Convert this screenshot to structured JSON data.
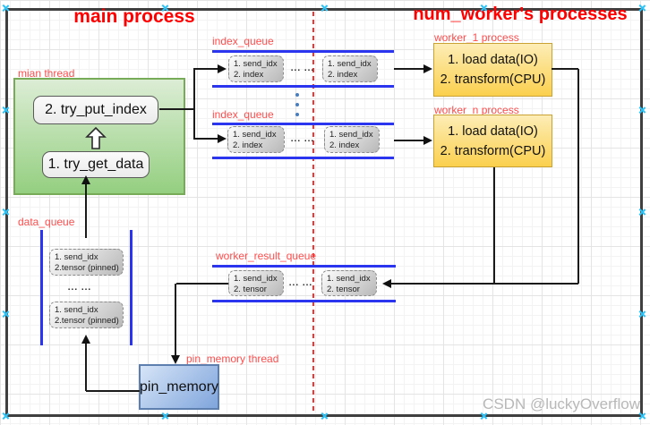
{
  "diagram": {
    "titles": {
      "main_process": "main process",
      "workers": "num_worker's processes"
    },
    "labels": {
      "main_thread": "mian thread",
      "index_queue_top": "index_queue",
      "index_queue_bottom": "index_queue",
      "worker_1": "worker_1 process",
      "worker_n": "worker_n process",
      "data_queue": "data_queue",
      "worker_result_queue": "worker_result_queue",
      "pin_memory_thread": "pin_memory thread"
    },
    "nodes": {
      "try_put_index": "2. try_put_index",
      "try_get_data": "1. try_get_data",
      "worker_step1": "1. load data(IO)",
      "worker_step2": "2. transform(CPU)",
      "pin_memory": "pin_memory"
    },
    "queue_items": {
      "send_idx": "1. send_idx",
      "index": "2. index",
      "tensor": "2. tensor",
      "tensor_pinned": "2.tensor (pinned)",
      "ellipsis": "... ..."
    },
    "watermark": "CSDN @luckyOverflow",
    "colors": {
      "title_red": "#ff0000",
      "label_red": "#ff4d4d",
      "divider_red": "#ff3030",
      "queue_blue": "#2b35f0",
      "green_fill_top": "#dcedd5",
      "green_fill_bottom": "#94cf80",
      "green_border": "#77ab58",
      "orange_fill_top": "#fdedb6",
      "orange_fill_bottom": "#fbd04e",
      "orange_border": "#c9a233",
      "blue_fill_top": "#d6e4f7",
      "blue_fill_bottom": "#7fa5dc",
      "blue_border": "#5c7fb0",
      "item_fill_top": "#fdfdfd",
      "item_fill_bottom": "#b8b8b8",
      "connection_marker": "#2ec3f7"
    }
  }
}
